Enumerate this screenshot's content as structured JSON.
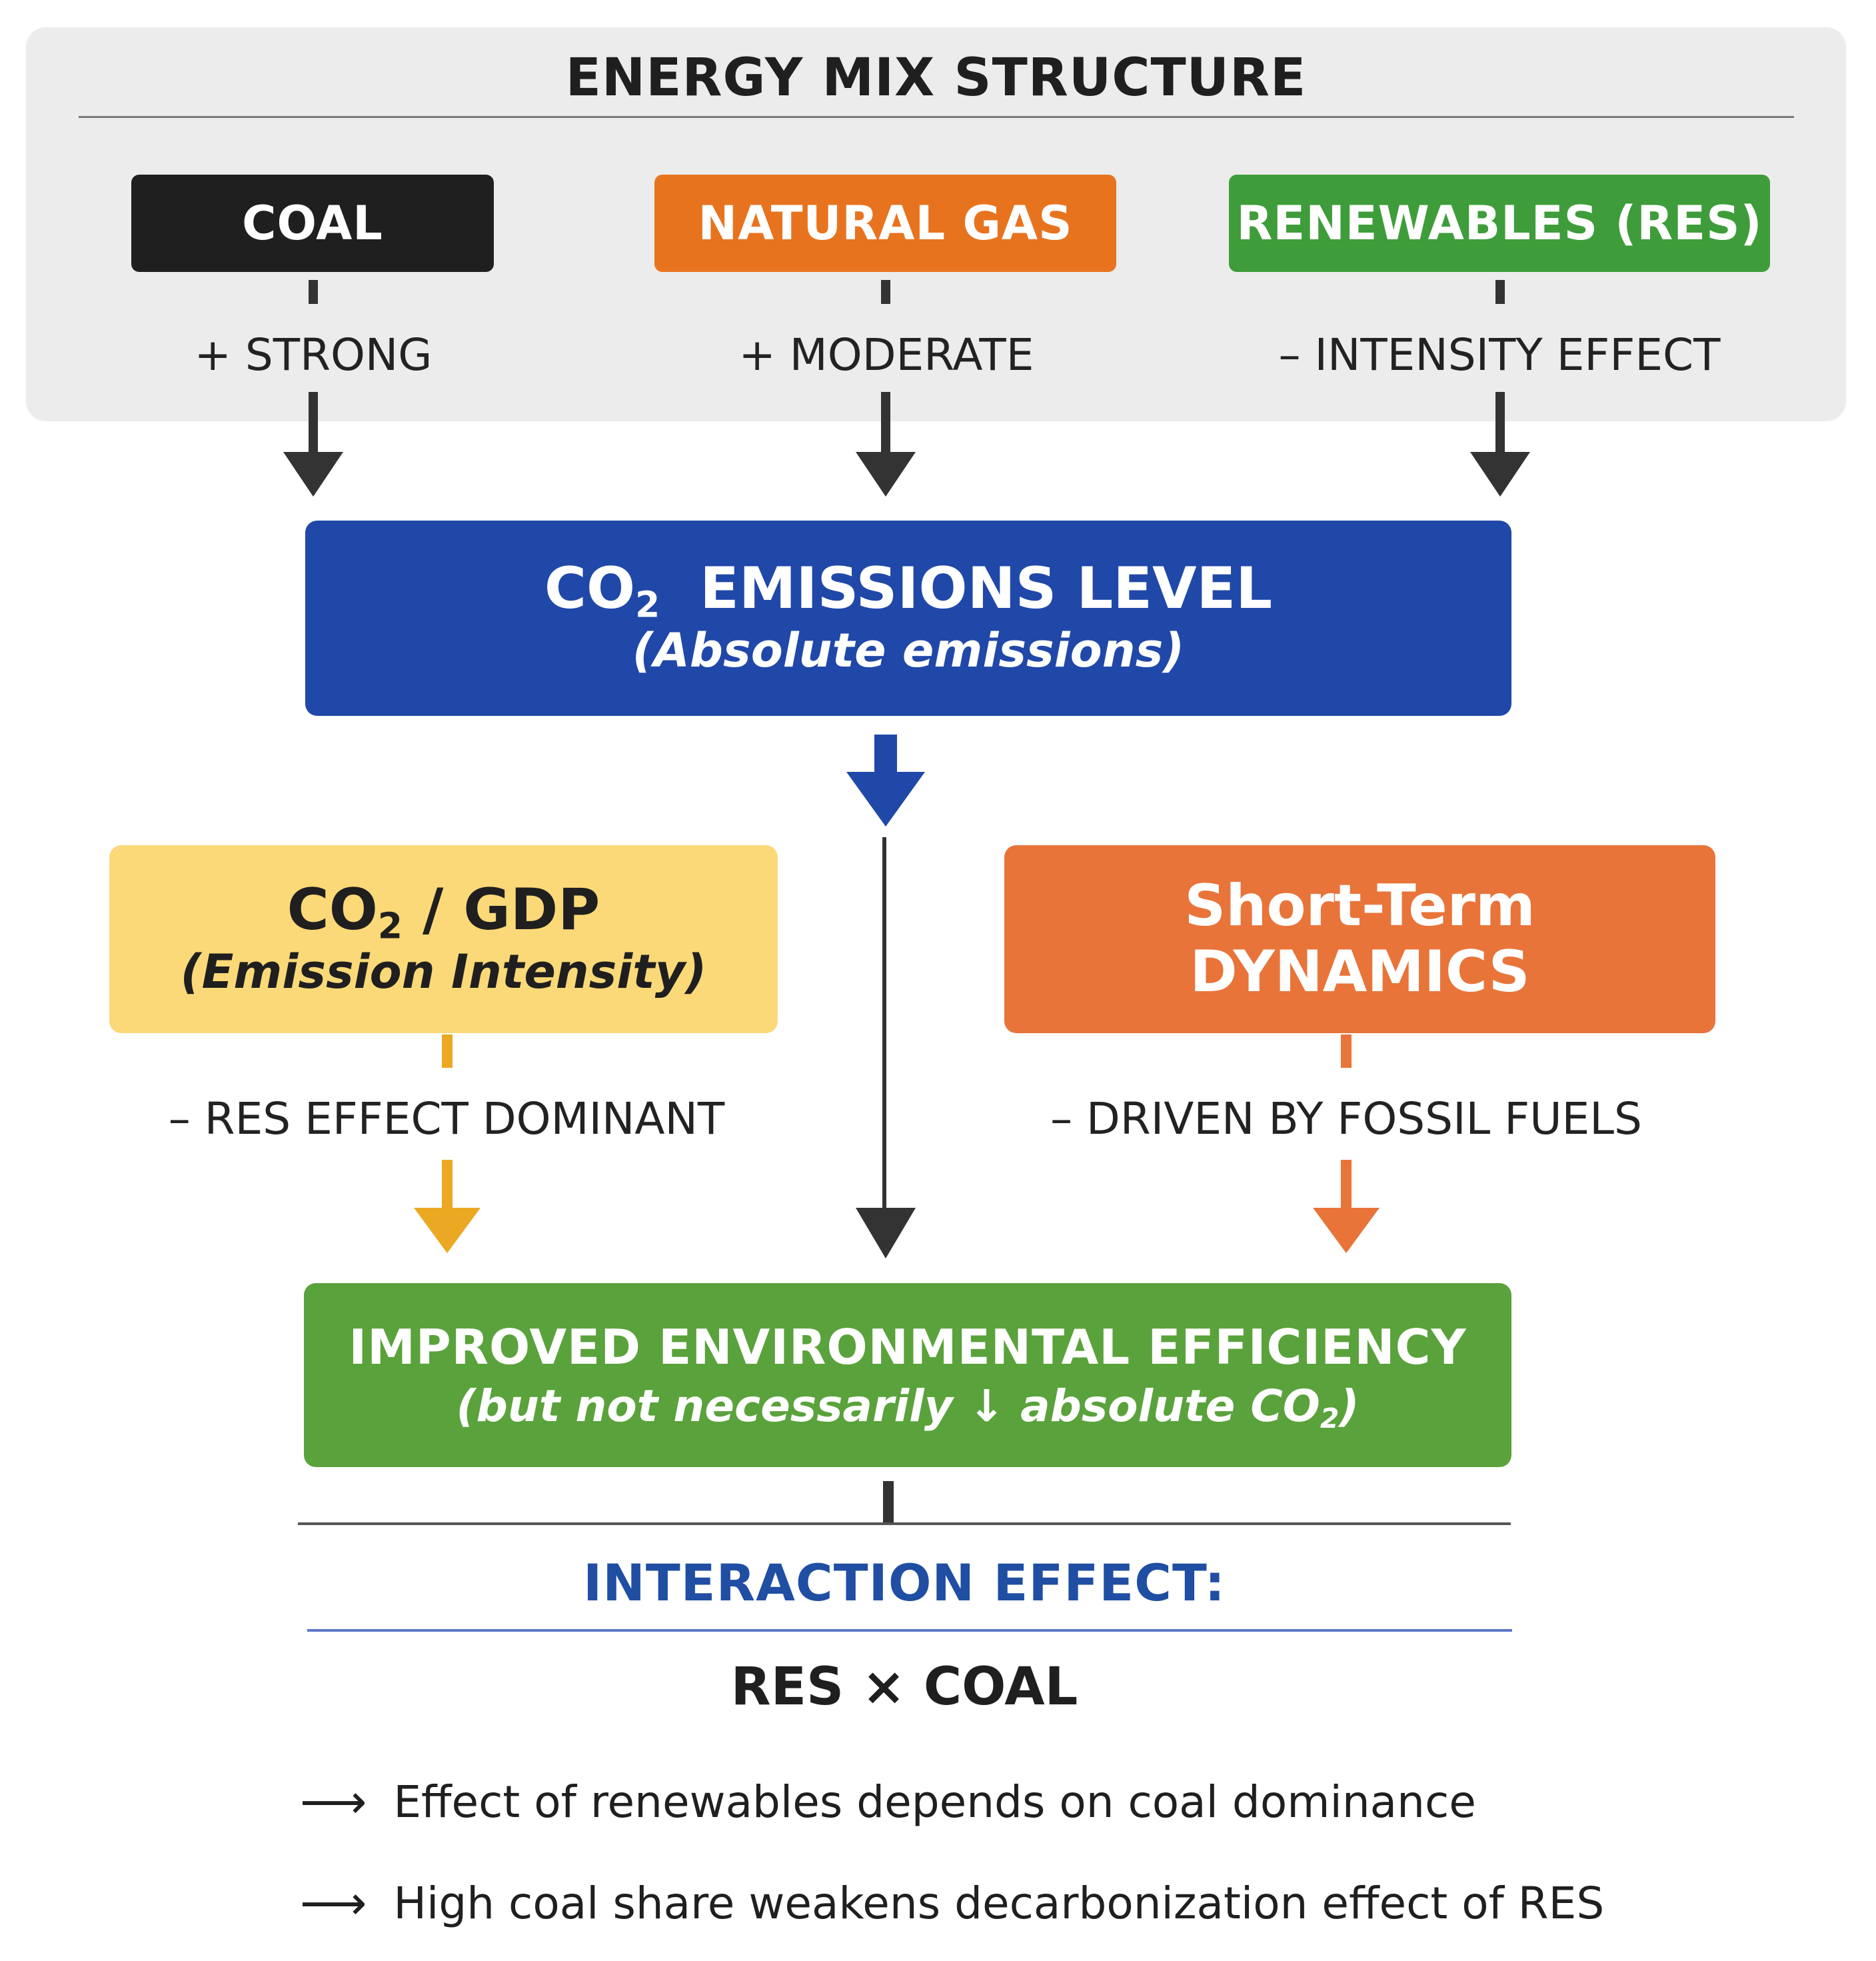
{
  "header": {
    "title": "ENERGY MIX STRUCTURE"
  },
  "sources": [
    {
      "label": "COAL",
      "effect": "+ STRONG",
      "color": "#1f1f1f"
    },
    {
      "label": "NATURAL GAS",
      "effect": "+ MODERATE",
      "color": "#e8731f"
    },
    {
      "label": "RENEWABLES (RES)",
      "effect": "– INTENSITY EFFECT",
      "color": "#3e9d3a"
    }
  ],
  "emissions": {
    "title_prefix": "CO",
    "title_sub": "2",
    "title_suffix": "EMISSIONS LEVEL",
    "subtitle": "(Absolute emissions)",
    "color": "#2048a8"
  },
  "intensity": {
    "title_prefix": "CO",
    "title_sub": "2",
    "title_suffix": " / GDP",
    "subtitle": "(Emission Intensity)",
    "effect": "– RES EFFECT DOMINANT",
    "color": "#fbd978",
    "arrow_color": "#eba823"
  },
  "dynamics": {
    "line1": "Short-Term",
    "line2": "DYNAMICS",
    "effect": "– DRIVEN BY FOSSIL FUELS",
    "color": "#e8743a",
    "arrow_color": "#e8743a"
  },
  "efficiency": {
    "title": "IMPROVED ENVIRONMENTAL EFFICIENCY",
    "subtitle_a": "(but not necessarily",
    "subtitle_arrow": "↓",
    "subtitle_b": "absolute CO",
    "subtitle_sub": "2",
    "subtitle_c": ")",
    "color": "#5aa23b"
  },
  "interaction": {
    "title": "INTERACTION EFFECT:",
    "formula": "RES × COAL",
    "title_color": "#1f4ea3",
    "bullets": [
      {
        "arrow": "⟶",
        "text": "Effect of renewables depends on coal dominance"
      },
      {
        "arrow": "⟶",
        "text": "High coal share weakens decarbonization effect of RES"
      }
    ]
  }
}
